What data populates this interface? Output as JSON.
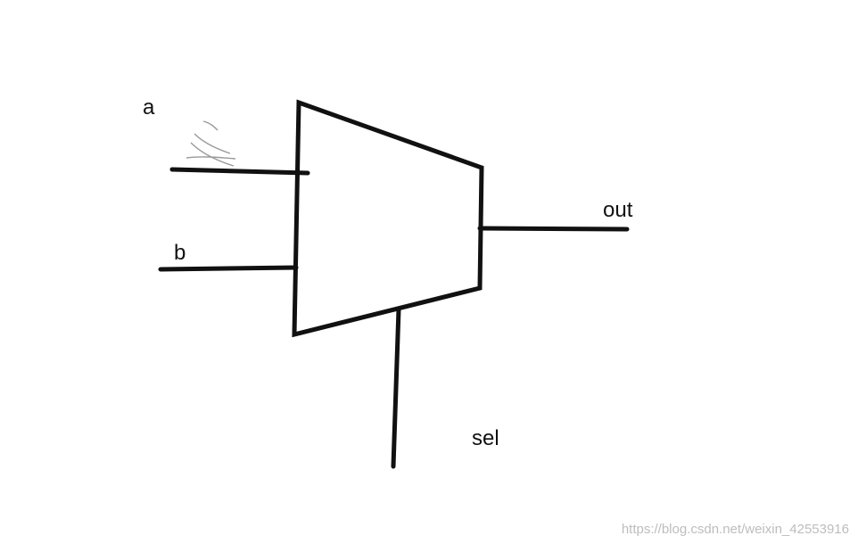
{
  "diagram": {
    "inputs": {
      "a": "a",
      "b": "b"
    },
    "output": "out",
    "select": "sel"
  },
  "watermark": "https://blog.csdn.net/weixin_42553916",
  "colors": {
    "stroke": "#111111",
    "background": "#ffffff",
    "watermark": "#bdbdbd"
  }
}
